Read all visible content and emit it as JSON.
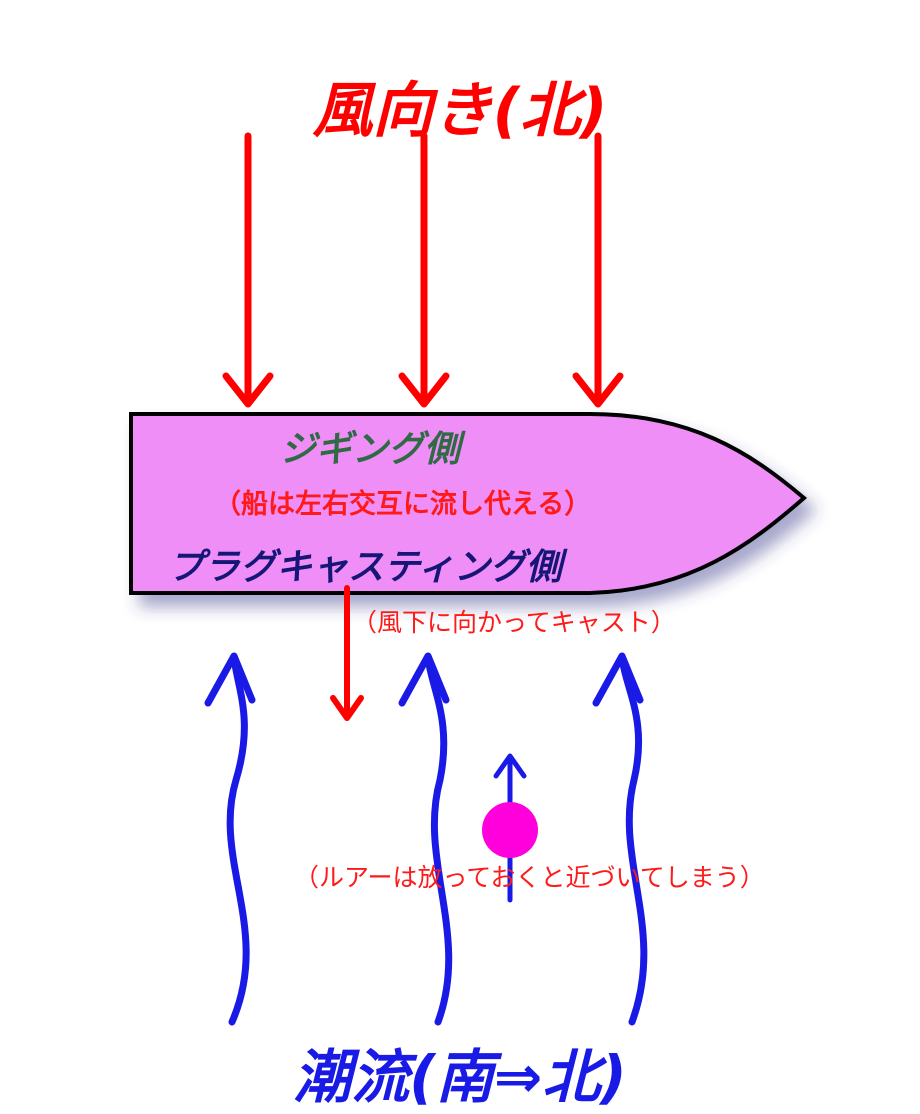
{
  "wind": {
    "title": "風向き(北)",
    "color": "#ff0000"
  },
  "boat": {
    "fill": "#ef8ef6",
    "jigging_label": "ジギング側",
    "drift_note": "（船は左右交互に流し代える）",
    "plug_label": "プラグキャスティング側"
  },
  "cast_note": "（風下に向かってキャスト）",
  "lure": {
    "color": "#ff00dd",
    "note": "（ルアーは放っておくと近づいてしまう）"
  },
  "current": {
    "title": "潮流(南⇒北)",
    "color": "#1a1ae6"
  }
}
